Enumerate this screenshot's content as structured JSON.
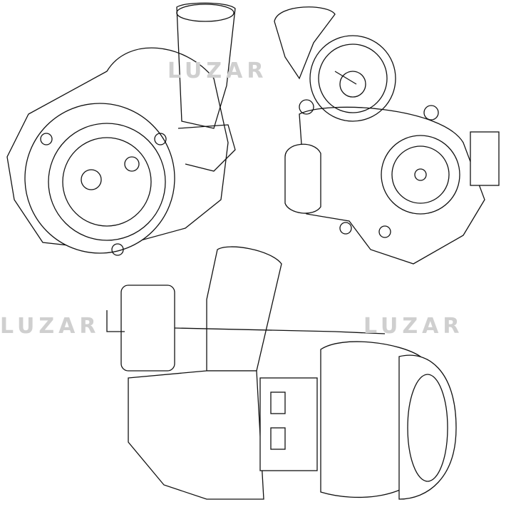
{
  "watermark": {
    "brand": "LUZAR",
    "color": "#d4d4d4"
  },
  "line_color": "#111111",
  "views": [
    "turbocharger-turbine-side-view",
    "turbocharger-compressor-side-view",
    "turbocharger-top-view"
  ]
}
